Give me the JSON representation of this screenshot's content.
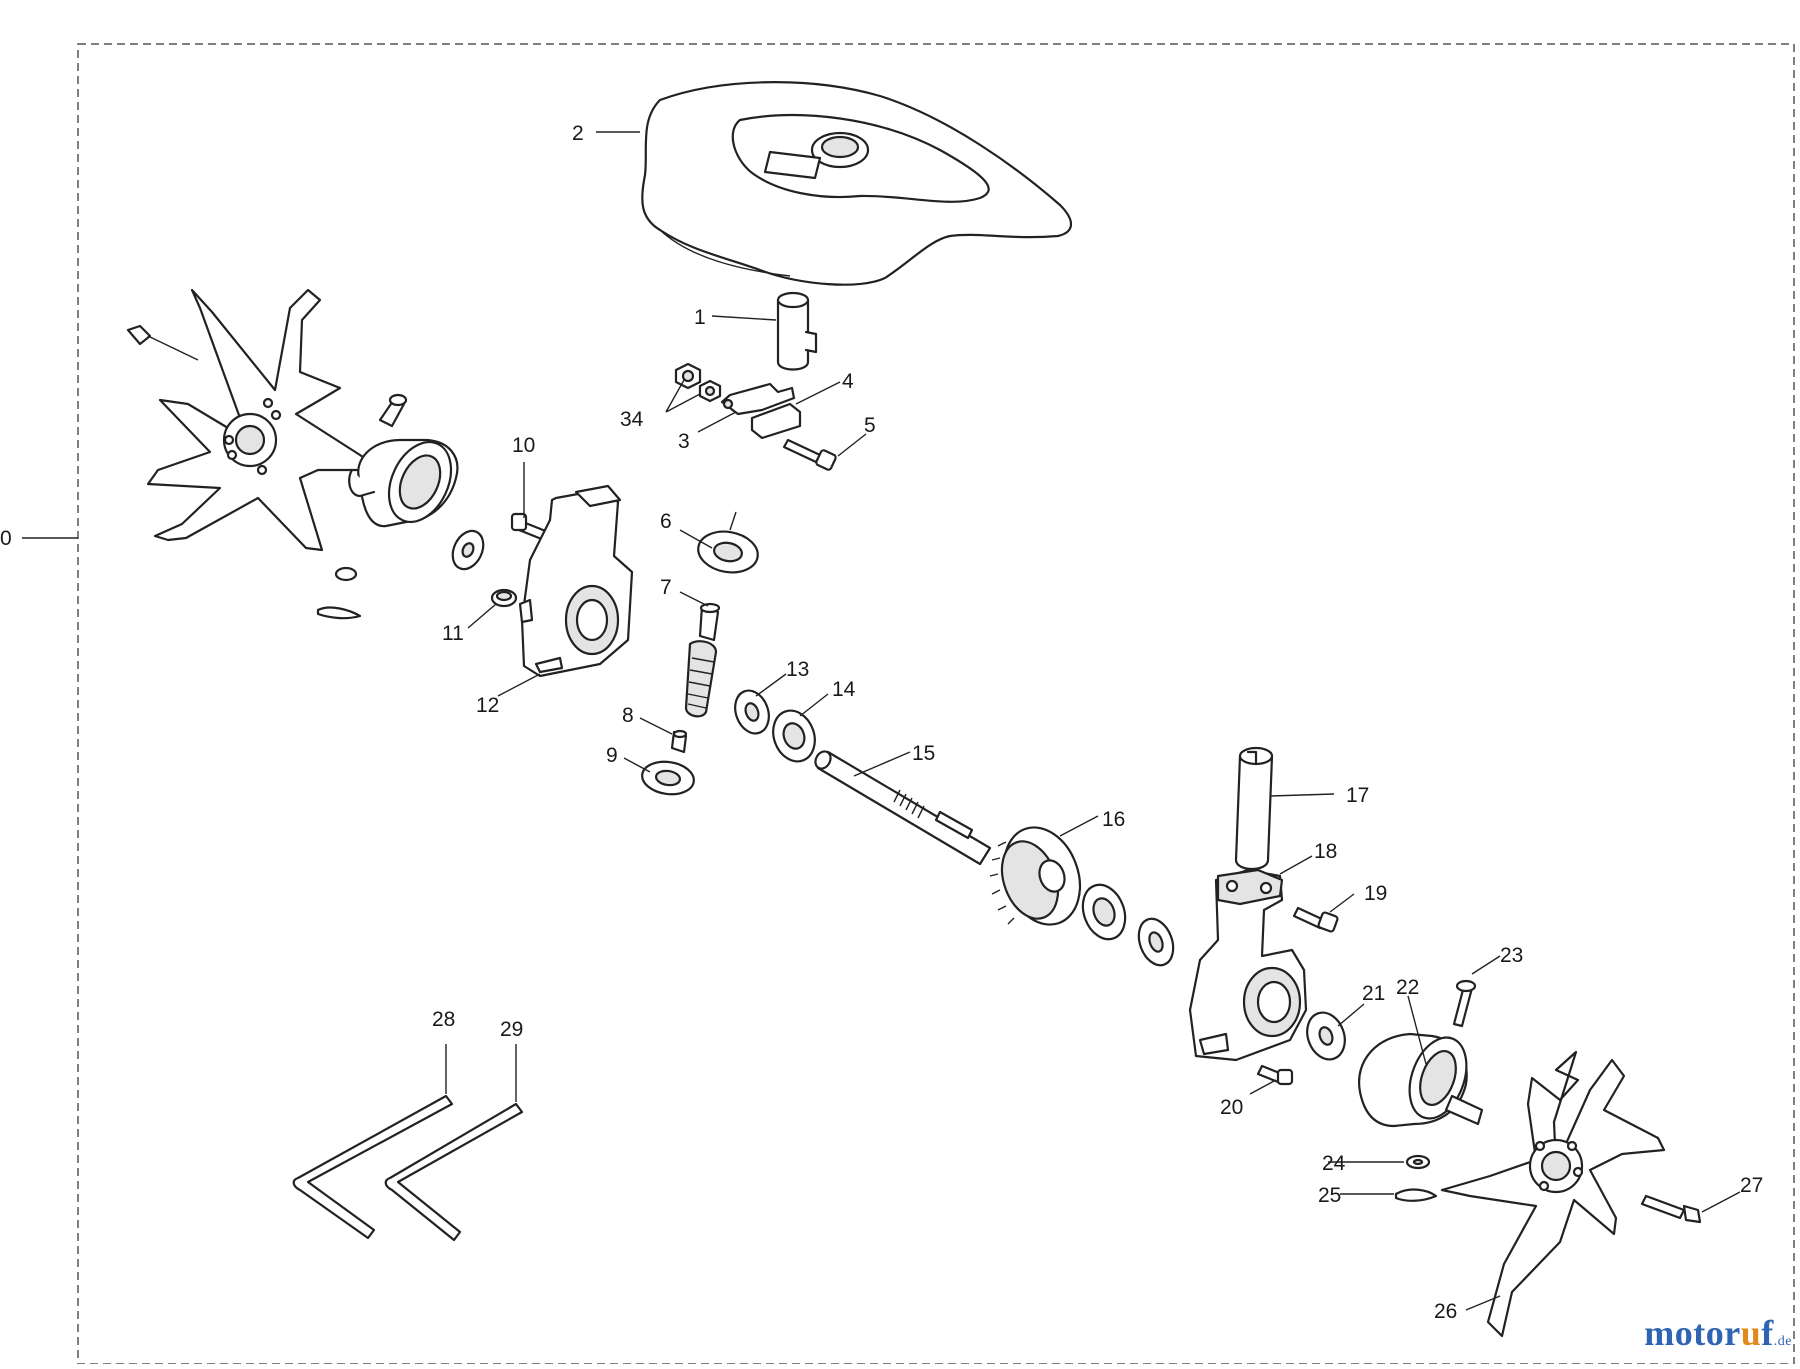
{
  "diagram": {
    "assembly_label": "0",
    "callouts": [
      "1",
      "2",
      "3",
      "4",
      "5",
      "6",
      "7",
      "8",
      "9",
      "10",
      "11",
      "12",
      "13",
      "14",
      "15",
      "16",
      "17",
      "18",
      "19",
      "20",
      "21",
      "22",
      "23",
      "24",
      "25",
      "26",
      "27",
      "28",
      "29",
      "34"
    ]
  },
  "watermark": {
    "part1": "motor",
    "part2": "u",
    "part3": "f",
    "suffix": ".de"
  },
  "colors": {
    "line": "#222222",
    "watermark_blue": "#2f63b3",
    "watermark_orange": "#e08a1e"
  }
}
